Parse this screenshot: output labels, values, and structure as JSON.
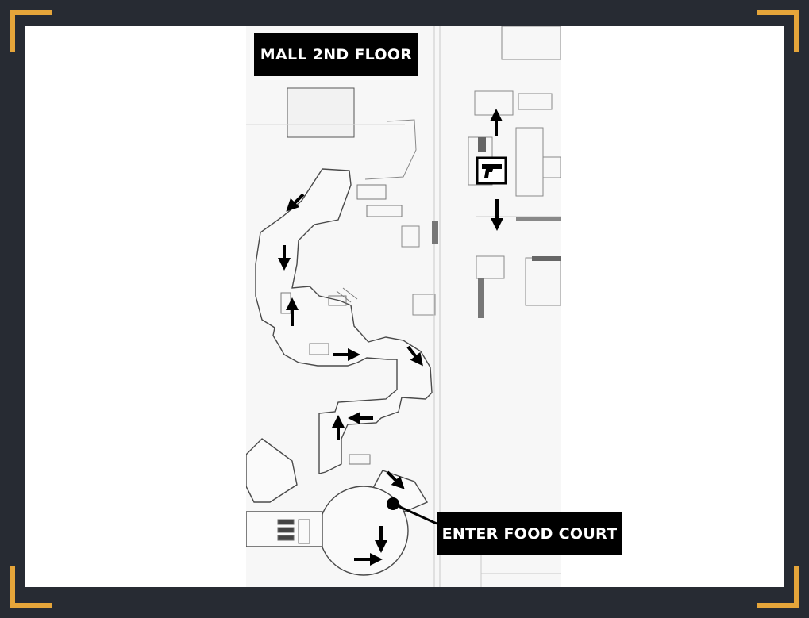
{
  "labels": {
    "floor_title": "MALL 2ND FLOOR",
    "destination": "ENTER FOOD COURT"
  },
  "icons": {
    "start_marker": "pistol-icon",
    "route_arrows": "arrow-icon",
    "destination_marker": "filled-circle-pin"
  },
  "colors": {
    "frame_background": "#272b33",
    "corner_accent": "#e5a53a",
    "label_background": "#000000",
    "label_text": "#ffffff",
    "route_arrow": "#000000"
  }
}
